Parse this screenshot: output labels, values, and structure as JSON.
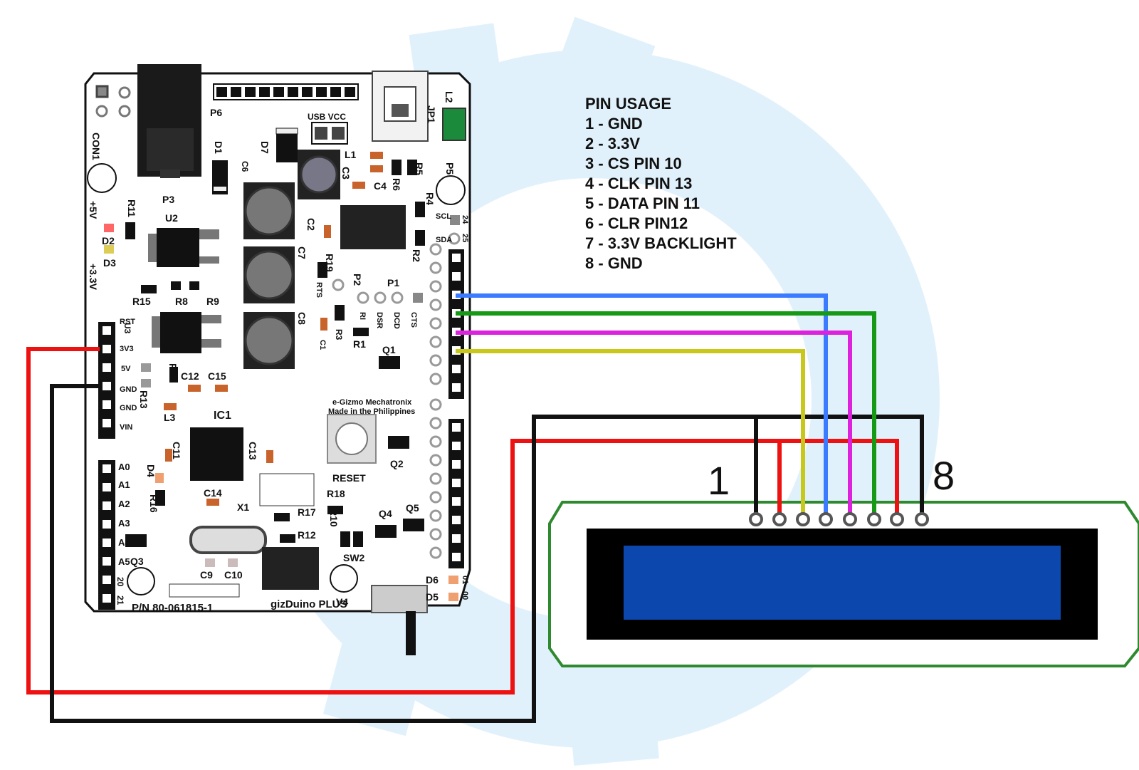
{
  "pin_usage": {
    "title": "PIN USAGE",
    "items": [
      "1 - GND",
      "2 - 3.3V",
      "3 - CS PIN 10",
      "4 - CLK PIN 13",
      "5 - DATA PIN 11",
      "6 - CLR PIN12",
      "7 - 3.3V BACKLIGHT",
      "8 - GND"
    ]
  },
  "board": {
    "name": "gizDuino PLUS",
    "part_number": "P/N 80-061815-1",
    "maker_line1": "e-Gizmo Mechatronix",
    "maker_line2": "Made in the Philippines",
    "reset_label": "RESET",
    "usb_vcc_label": "USB VCC",
    "power_pins": [
      "RST",
      "3V3",
      "5V",
      "GND",
      "GND",
      "VIN"
    ],
    "analog_pins": [
      "A0",
      "A1",
      "A2",
      "A3",
      "A4",
      "A5",
      "20",
      "21"
    ],
    "labels": {
      "con1": "CON1",
      "p3": "P3",
      "p6": "P6",
      "u2": "U2",
      "u3": "U3",
      "d1": "D1",
      "d7": "D7",
      "d2": "D2",
      "d3": "D3",
      "d4": "D4",
      "d5": "D5",
      "d6": "D6",
      "plus5v": "+5V",
      "plus33v": "+3.3V",
      "r11": "R11",
      "r15": "R15",
      "r8": "R8",
      "r9": "R9",
      "r14": "R14",
      "r13": "R13",
      "c12": "C12",
      "c15": "C15",
      "l3": "L3",
      "ic1": "IC1",
      "c11": "C11",
      "c13": "C13",
      "c14": "C14",
      "x1": "X1",
      "r16": "R16",
      "q3": "Q3",
      "c9": "C9",
      "c10": "C10",
      "r17": "R17",
      "r12": "R12",
      "c6": "C6",
      "c7": "C7",
      "c8": "C8",
      "c2": "C2",
      "c3": "C3",
      "c4": "C4",
      "l1": "L1",
      "r6": "R6",
      "r5": "R5",
      "r4": "R4",
      "r2": "R2",
      "r19": "R19",
      "rts": "RTS",
      "p2": "P2",
      "p1": "P1",
      "ri": "RI",
      "dsr": "DSR",
      "dcd": "DCD",
      "cts": "CTS",
      "r3": "R3",
      "c1": "C1",
      "r1": "R1",
      "q1": "Q1",
      "q2": "Q2",
      "r18": "R18",
      "r10": "R10",
      "q4": "Q4",
      "q5": "Q5",
      "sw2": "SW2",
      "v4": "V4",
      "jp1": "JP1",
      "l2": "L2",
      "p5": "P5",
      "scl": "SCL",
      "sda": "SDA",
      "n24": "24",
      "n25": "25",
      "n01": "01",
      "n00": "00"
    }
  },
  "lcd": {
    "pin_first": "1",
    "pin_last": "8"
  },
  "colors": {
    "wire_red": "#ee1111",
    "wire_black": "#111111",
    "wire_blue": "#3a7bff",
    "wire_green": "#169a16",
    "wire_magenta": "#dd22dd",
    "wire_yellow": "#c8c81a",
    "lcd_frame": "#2f8a2f",
    "lcd_screen": "#0b47ad",
    "watermark": "#dff0fa"
  }
}
